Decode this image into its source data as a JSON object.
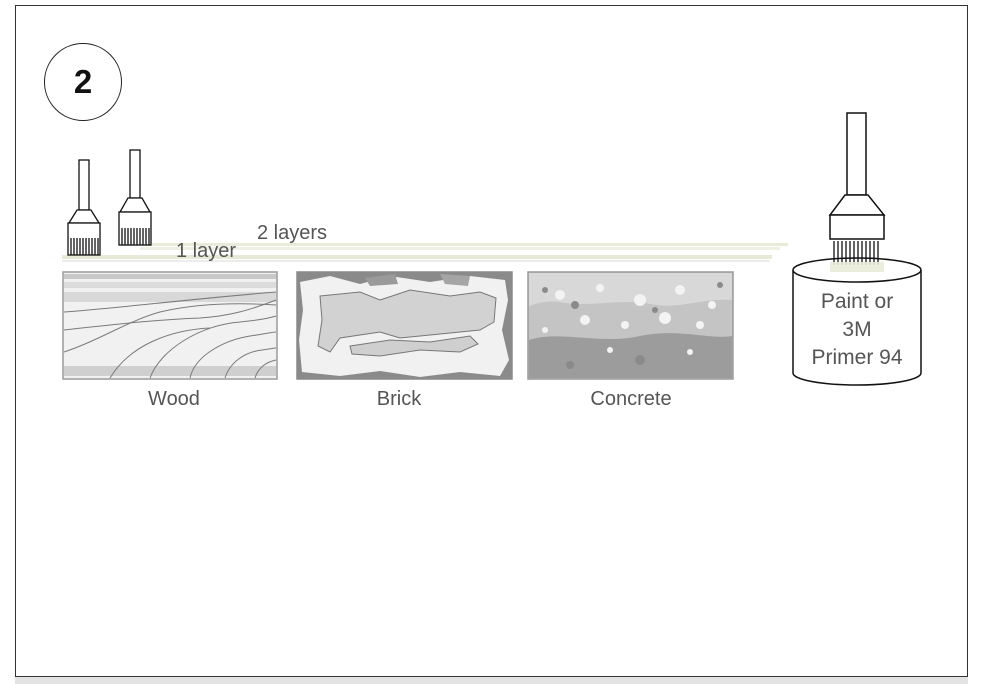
{
  "step": {
    "number": "2"
  },
  "layers": {
    "one": "1 layer",
    "two": "2 layers"
  },
  "surfaces": [
    {
      "label": "Wood"
    },
    {
      "label": "Brick"
    },
    {
      "label": "Concrete"
    }
  ],
  "can": {
    "lines": [
      "Paint or",
      "3M",
      "Primer 94"
    ]
  },
  "icons": [
    "paint-brush-icon",
    "paint-brush-icon",
    "paint-can-brush-icon"
  ]
}
